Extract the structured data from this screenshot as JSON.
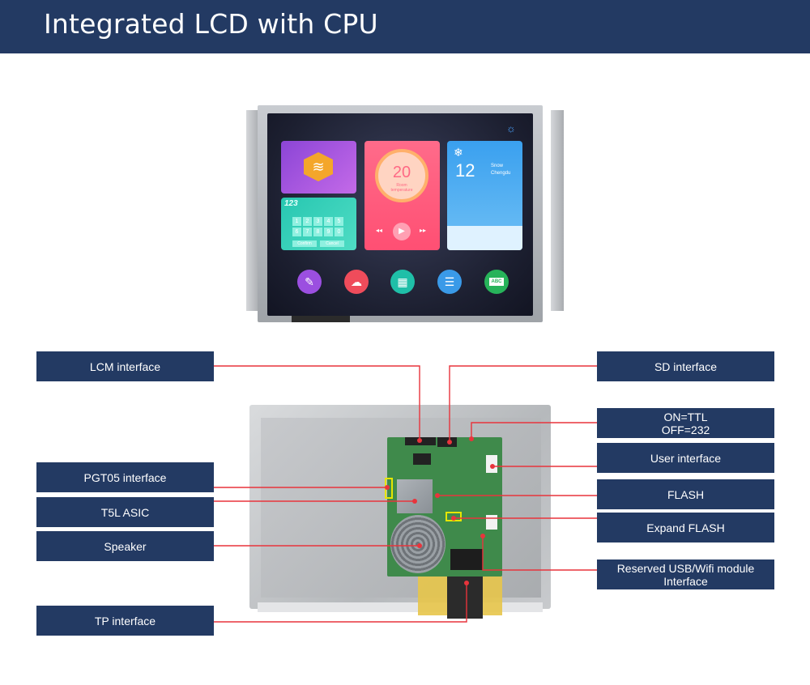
{
  "header": {
    "title": "Integrated LCD with CPU"
  },
  "screen_ui": {
    "temperature": "20",
    "temperature_label": "Room\ntemperature",
    "weather_temp": "12",
    "weather_line1": "Snow",
    "weather_line2": "Chengdu",
    "keypad_display": "123",
    "keypad_keys": [
      "1",
      "2",
      "3",
      "4",
      "5",
      "6",
      "7",
      "8",
      "9",
      "0"
    ],
    "keypad_buttons": [
      "Confirm",
      "Cancel"
    ],
    "abc_icon_text": "ABC"
  },
  "labels": {
    "lcm": "LCM interface",
    "pgt05": "PGT05 interface",
    "t5l": "T5L ASIC",
    "speaker": "Speaker",
    "tp": "TP interface",
    "sd": "SD  interface",
    "on_off": "ON=TTL\nOFF=232",
    "user": "User interface",
    "flash": "FLASH",
    "expand_flash": "Expand FLASH",
    "usb_wifi": "Reserved USB/Wifi module\nInterface"
  },
  "colors": {
    "label_bg": "#233a63",
    "leader_line": "#e8343c",
    "marker": "#e6e600"
  }
}
